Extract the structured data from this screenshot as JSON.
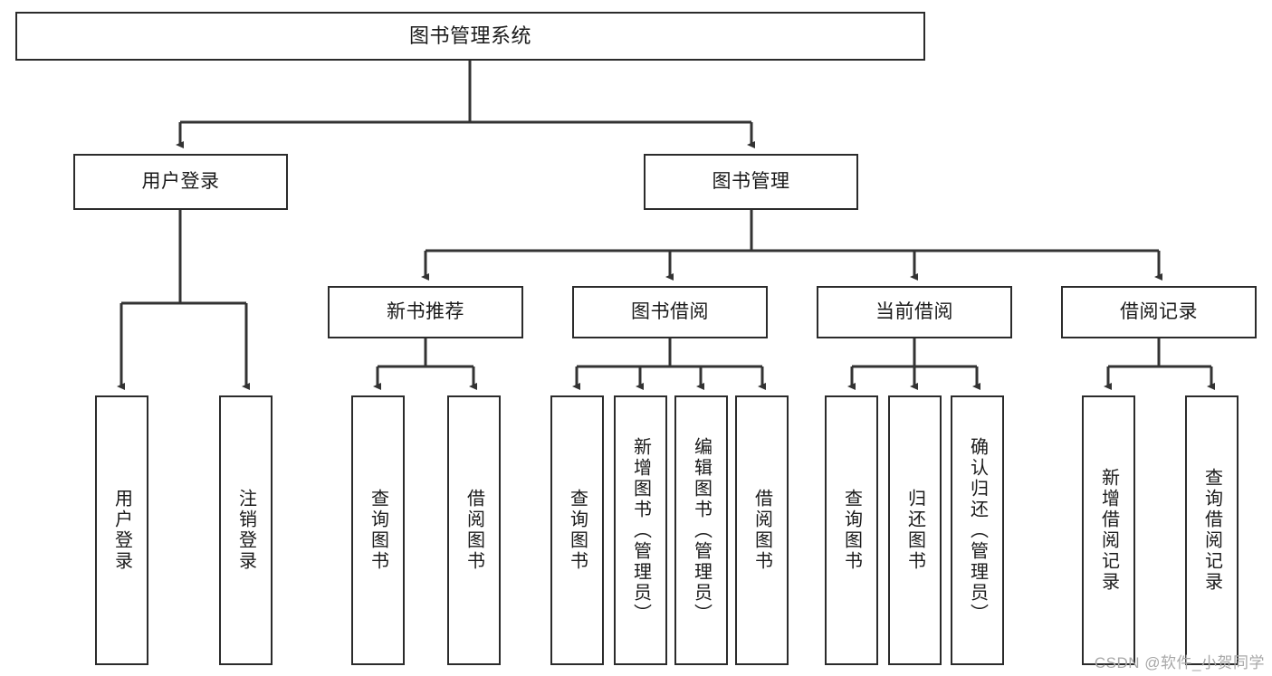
{
  "diagram": {
    "title": "图书管理系统",
    "watermark": "CSDN @软件_小贺同学",
    "colors": {
      "box_border": "#2b2b2b",
      "edge": "#333333",
      "background": "#ffffff",
      "text": "#1a1a1a",
      "watermark": "#a8a8a8"
    },
    "levels": {
      "root": [
        "图书管理系统"
      ],
      "level2": [
        "用户登录",
        "图书管理"
      ],
      "level3": [
        "新书推荐",
        "图书借阅",
        "当前借阅",
        "借阅记录"
      ],
      "leaves": [
        "用户登录",
        "注销登录",
        "查询图书",
        "借阅图书",
        "查询图书",
        "新增图书（管理员）",
        "编辑图书（管理员）",
        "借阅图书",
        "查询图书",
        "归还图书",
        "确认归还（管理员）",
        "新增借阅记录",
        "查询借阅记录"
      ]
    },
    "nodes": {
      "root": {
        "label": "图书管理系统"
      },
      "user_login": {
        "label": "用户登录"
      },
      "book_manage": {
        "label": "图书管理"
      },
      "new_book_rec": {
        "label": "新书推荐"
      },
      "book_borrow": {
        "label": "图书借阅"
      },
      "current_borrow": {
        "label": "当前借阅"
      },
      "borrow_record": {
        "label": "借阅记录"
      },
      "leaf_user_login": {
        "label": "用户登录"
      },
      "leaf_logout": {
        "label": "注销登录"
      },
      "leaf_query_book_1": {
        "label": "查询图书"
      },
      "leaf_borrow_book_1": {
        "label": "借阅图书"
      },
      "leaf_query_book_2": {
        "label": "查询图书"
      },
      "leaf_add_book": {
        "label": "新增图书（管理员）"
      },
      "leaf_edit_book": {
        "label": "编辑图书（管理员）"
      },
      "leaf_borrow_book_2": {
        "label": "借阅图书"
      },
      "leaf_query_book_3": {
        "label": "查询图书"
      },
      "leaf_return_book": {
        "label": "归还图书"
      },
      "leaf_confirm_return": {
        "label": "确认归还（管理员）"
      },
      "leaf_add_record": {
        "label": "新增借阅记录"
      },
      "leaf_query_record": {
        "label": "查询借阅记录"
      }
    }
  }
}
